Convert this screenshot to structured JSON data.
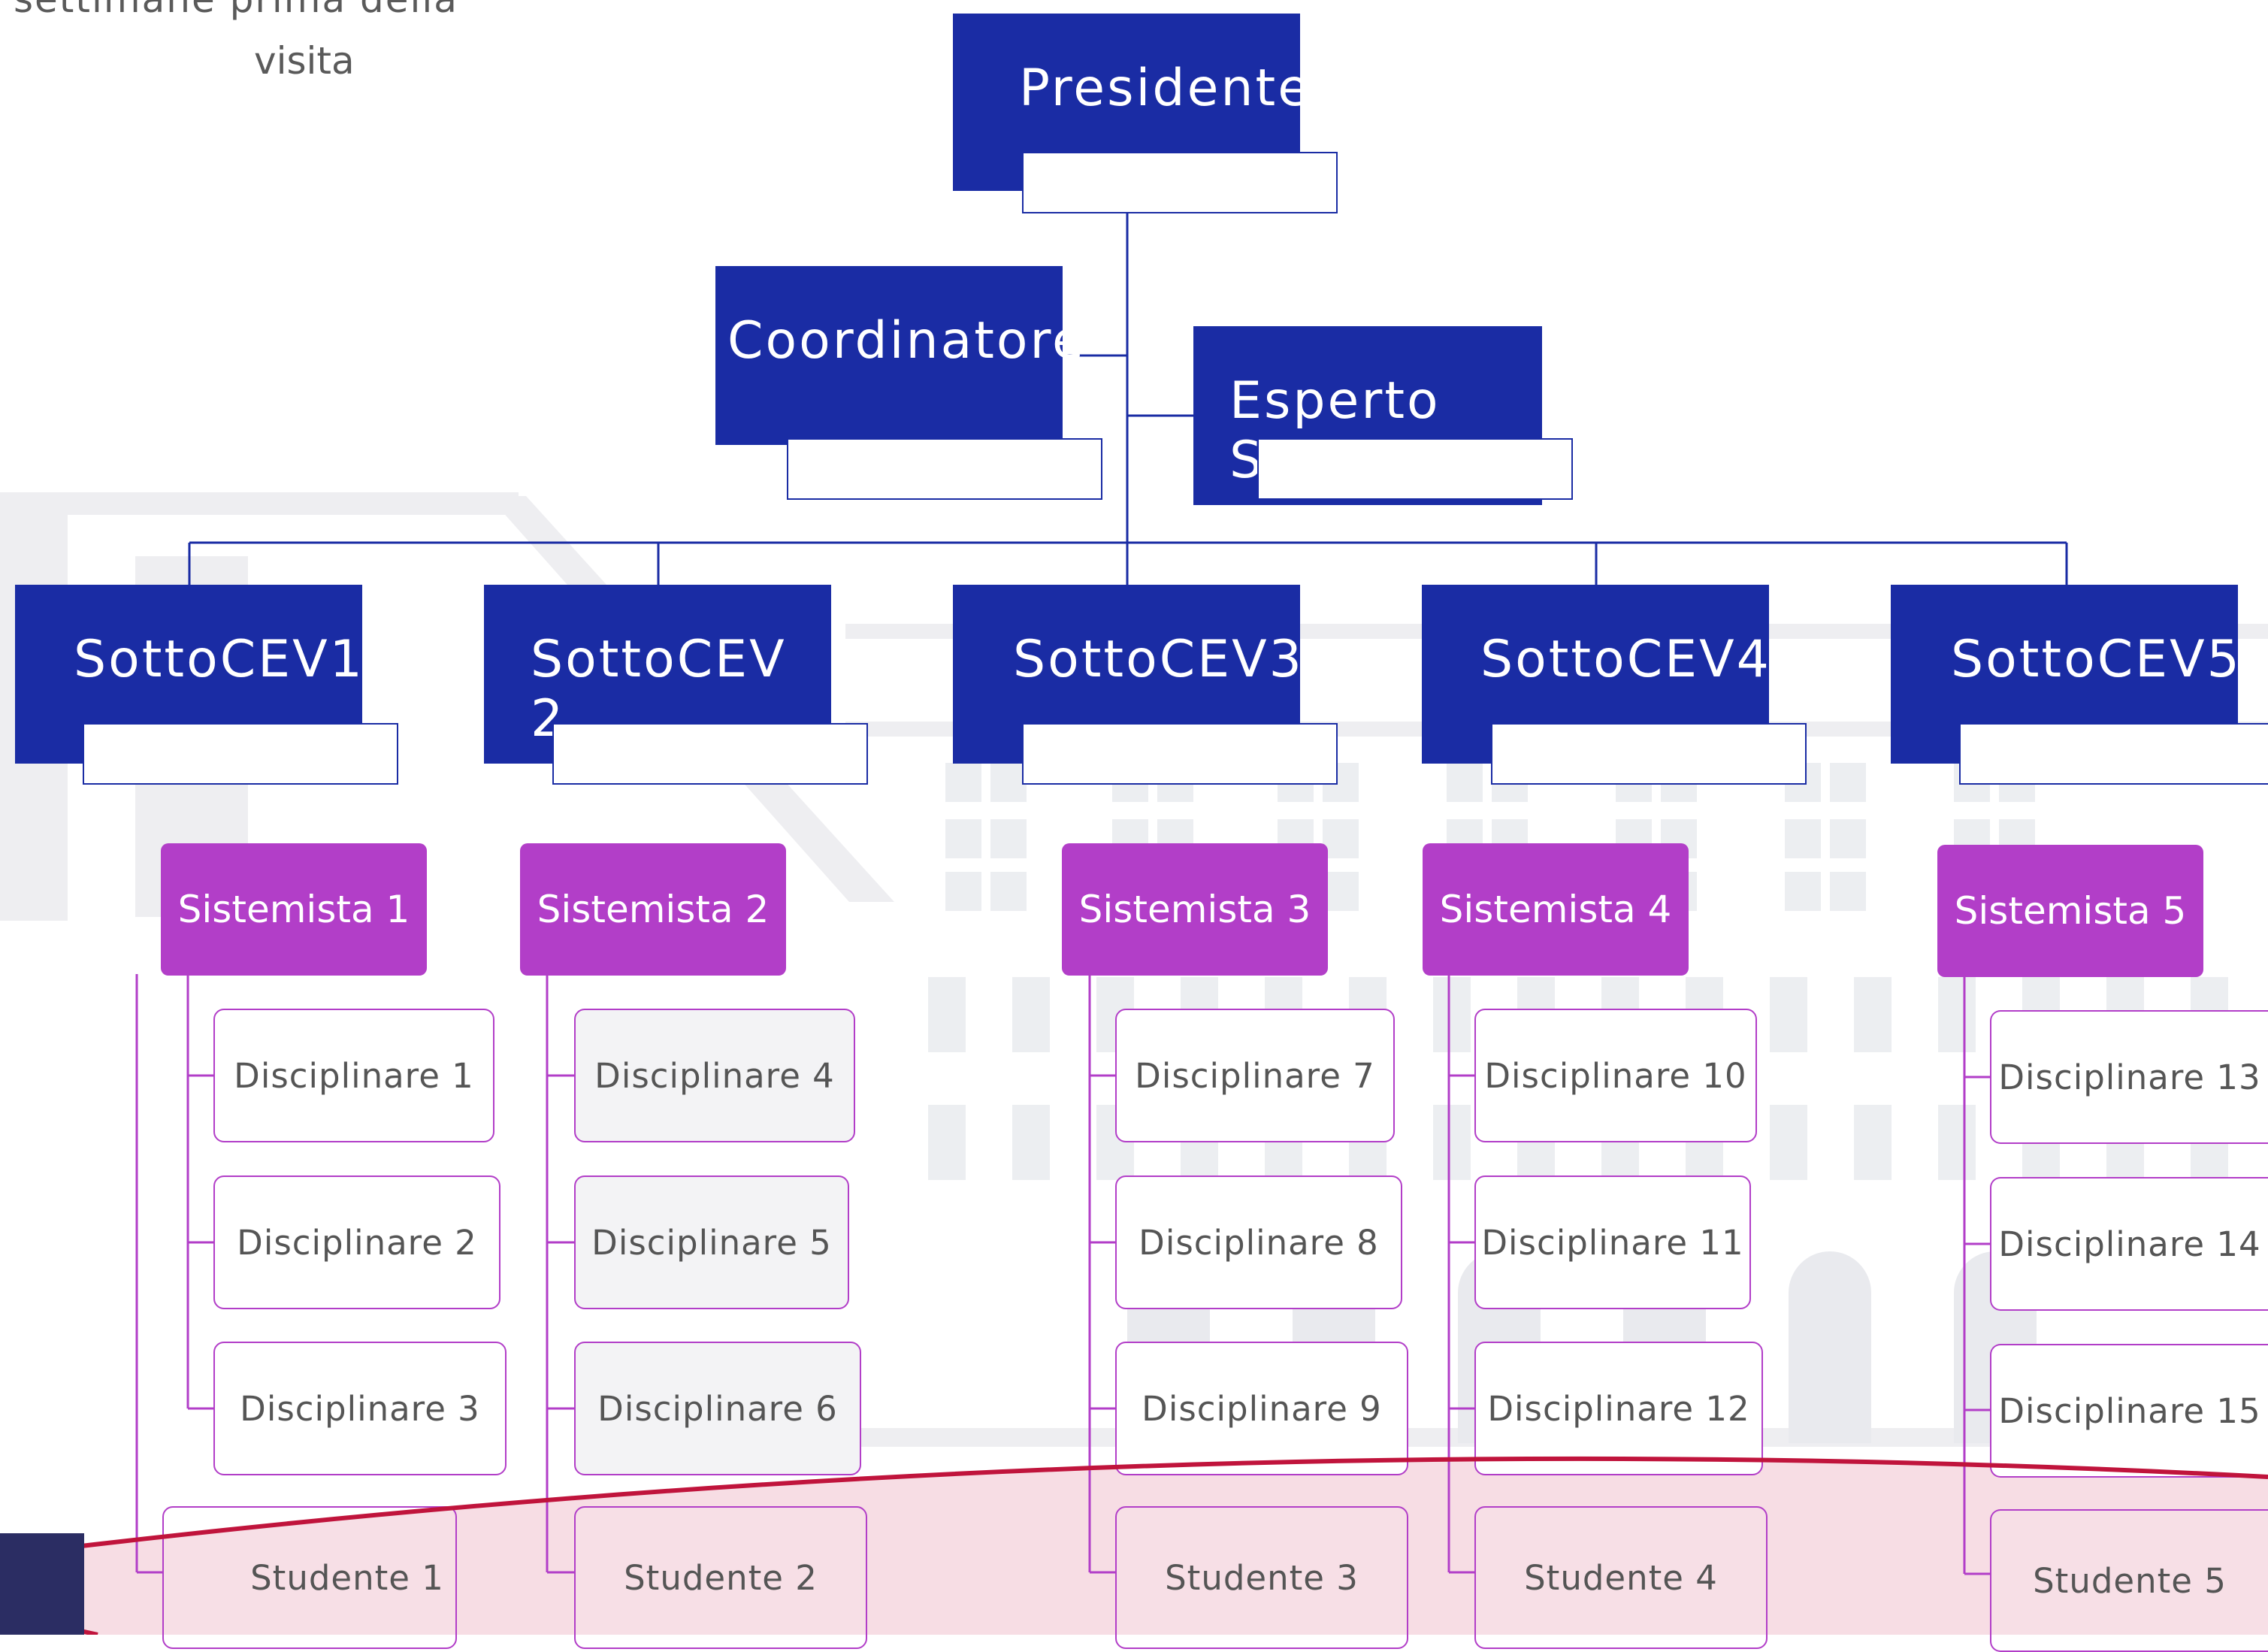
{
  "note": {
    "line1": "settimane prima della",
    "line2": "visita"
  },
  "top": {
    "presidente": "Presidente",
    "coordinatore": "Coordinatore",
    "esperto": "Esperto SEF"
  },
  "sottocev": [
    "SottoCEV1",
    "SottoCEV 2",
    "SottoCEV3",
    "SottoCEV4",
    "SottoCEV5"
  ],
  "sistemisti": [
    "Sistemista  1",
    "Sistemista  2",
    "Sistemista  3",
    "Sistemista  4",
    "Sistemista  5"
  ],
  "disciplinari": [
    [
      "Disciplinare  1",
      "Disciplinare  2",
      "Disciplinare  3"
    ],
    [
      "Disciplinare  4",
      "Disciplinare  5",
      "Disciplinare  6"
    ],
    [
      "Disciplinare  7",
      "Disciplinare  8",
      "Disciplinare  9"
    ],
    [
      "Disciplinare  10",
      "Disciplinare  11",
      "Disciplinare  12"
    ],
    [
      "Disciplinare  13",
      "Disciplinare  14",
      "Disciplinare  15"
    ]
  ],
  "studenti": [
    "Studente  1",
    "Studente  2",
    "Studente  3",
    "Studente  4",
    "Studente  5"
  ],
  "colors": {
    "navy": "#1a2ca4",
    "purple": "#b23ec8",
    "highlight_fill": "#f7dde4",
    "highlight_stroke": "#c0143c",
    "watermark": "#eeeef1"
  }
}
